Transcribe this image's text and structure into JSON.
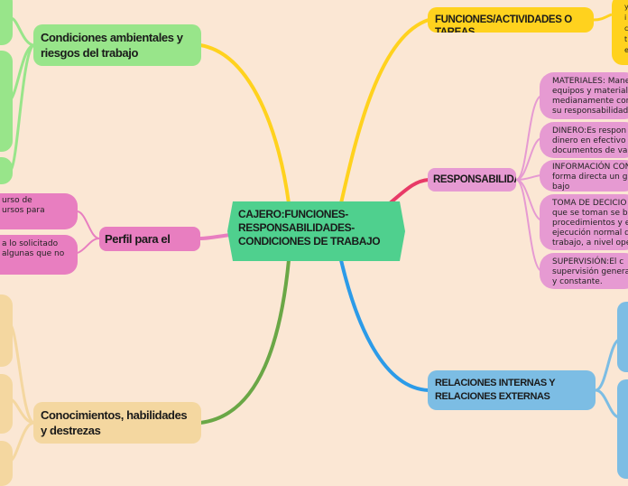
{
  "center": {
    "title": "CAJERO:FUNCIONES-RESPONSABILIDADES-CONDICIONES DE TRABAJO"
  },
  "branches": {
    "funciones": {
      "title": "FUNCIONES/ACTIVIDADES O TAREAS"
    },
    "responsabilidad": {
      "title": "RESPONSABILIDAD"
    },
    "relaciones": {
      "title": "RELACIONES INTERNAS Y RELACIONES EXTERNAS"
    },
    "condiciones": {
      "title": "Condiciones ambientales y riesgos del trabajo"
    },
    "perfil": {
      "title": "Perfil para el cargo"
    },
    "conocimientos": {
      "title": "Conocimientos, habilidades y destrezas"
    }
  },
  "responsabilidad_items": [
    {
      "text": "MATERIALES: Mane\nequipos y materiale\nmedianamente con\nsu responsabilidad"
    },
    {
      "text": "DINERO:Es respon\ndinero en efectivo\ndocumentos de va"
    },
    {
      "text": "INFORMACIÓN CONF\nforma directa un gra\nbajo"
    },
    {
      "text": "TOMA DE DECICIO\nque se toman se ba\nprocedimientos y e\nejecución normal d\ntrabajo, a nivel ope"
    },
    {
      "text": "SUPERVISIÓN:El c\nsupervisión genera\ny constante."
    }
  ],
  "perfil_items": [
    {
      "text": "urso de\nursos para"
    },
    {
      "text": "a lo solicitado\nalgunas que no"
    }
  ],
  "funciones_fragment": {
    "text": "y\ni\nc\nt\ne"
  },
  "colors": {
    "background": "#fbe7d4",
    "center": "#4fd08e",
    "yellow": "#ffd21e",
    "pink_branch": "#e83a67",
    "pink_node": "#e69ad2",
    "blue_branch": "#2c9be8",
    "blue_node": "#7cbde4",
    "green_node": "#98e58a",
    "magenta_node": "#e87ec0",
    "tan_node": "#f4d7a0",
    "olive_branch": "#6aa746"
  }
}
